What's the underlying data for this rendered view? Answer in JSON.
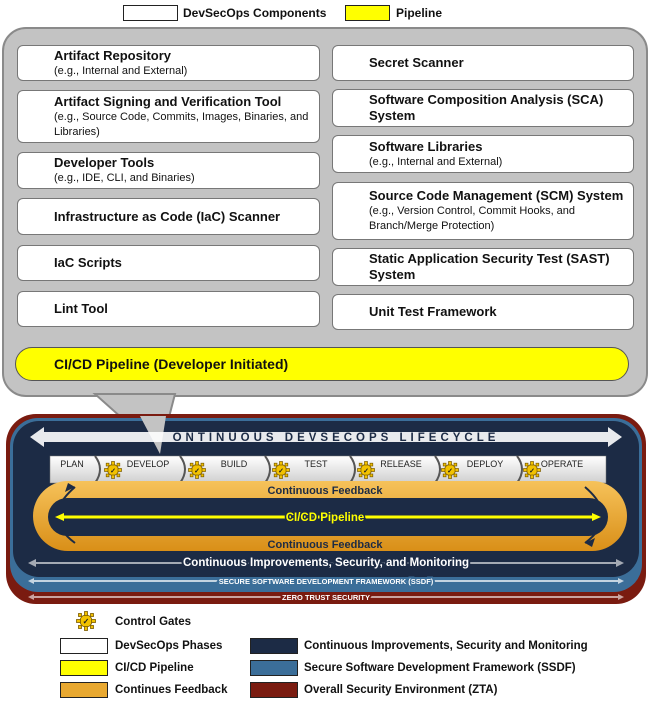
{
  "top_legend": {
    "components_label": "DevSecOps Components",
    "pipeline_label": "Pipeline",
    "components_color": "#ffffff",
    "pipeline_color": "#ffff00"
  },
  "components": {
    "left": [
      {
        "title": "Artifact Repository",
        "subtitle": "(e.g., Internal and External)"
      },
      {
        "title": "Artifact Signing and Verification Tool",
        "subtitle": "(e.g., Source Code, Commits, Images, Binaries, and Libraries)"
      },
      {
        "title": "Developer Tools",
        "subtitle": "(e.g., IDE, CLI, and Binaries)"
      },
      {
        "title": "Infrastructure as Code (IaC) Scanner",
        "subtitle": ""
      },
      {
        "title": "IaC Scripts",
        "subtitle": ""
      },
      {
        "title": "Lint Tool",
        "subtitle": ""
      }
    ],
    "right": [
      {
        "title": "Secret Scanner",
        "subtitle": ""
      },
      {
        "title": "Software Composition Analysis (SCA) System",
        "subtitle": ""
      },
      {
        "title": "Software Libraries",
        "subtitle": "(e.g., Internal and External)"
      },
      {
        "title": "Source Code Management (SCM) System",
        "subtitle": "(e.g., Version Control, Commit Hooks, and Branch/Merge Protection)"
      },
      {
        "title": "Static Application Security Test (SAST) System",
        "subtitle": ""
      },
      {
        "title": "Unit Test Framework",
        "subtitle": ""
      }
    ],
    "pipeline_bar": "CI/CD Pipeline (Developer Initiated)"
  },
  "lifecycle": {
    "title": "ONTINUOUS DEVSECOPS LIFECYCLE",
    "phases": [
      "PLAN",
      "DEVELOP",
      "BUILD",
      "TEST",
      "RELEASE",
      "DEPLOY",
      "OPERATE"
    ],
    "feedback_top": "Continuous Feedback",
    "pipeline": "CI/CD Pipeline",
    "feedback_bottom": "Continuous Feedback",
    "improvements": "Continuous Improvements, Security, and Monitoring",
    "ssdf": "SECURE SOFTWARE DEVELOPMENT FRAMEWORK (SSDF)",
    "zta": "ZERO TRUST SECURITY",
    "colors": {
      "navy": "#1c2b45",
      "ssdf_blue": "#3b6e99",
      "zta_red": "#7a1b10",
      "feedback_orange": "#e8a830",
      "pipeline_yellow": "#ffff00",
      "gate_gold": "#f2c200"
    }
  },
  "bottom_legend": {
    "control_gates": "Control Gates",
    "items_left": [
      {
        "label": "DevSecOps Phases",
        "color": "#ffffff"
      },
      {
        "label": "CI/CD Pipeline",
        "color": "#ffff00"
      },
      {
        "label": "Continues Feedback",
        "color": "#e8a830"
      }
    ],
    "items_right": [
      {
        "label": "Continuous Improvements, Security and Monitoring",
        "color": "#1c2b45"
      },
      {
        "label": "Secure Software Development Framework (SSDF)",
        "color": "#3b6e99"
      },
      {
        "label": "Overall Security Environment (ZTA)",
        "color": "#7a1b10"
      }
    ]
  }
}
